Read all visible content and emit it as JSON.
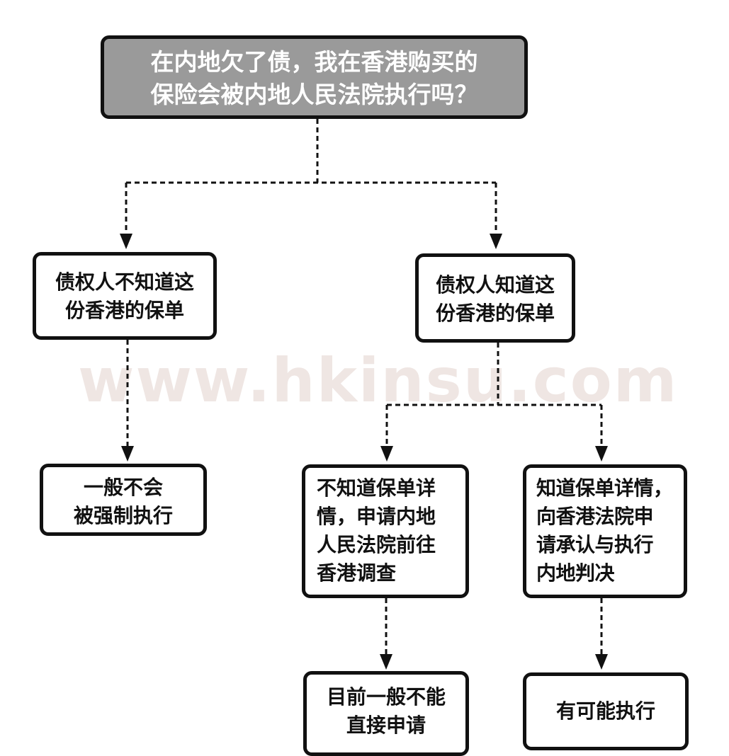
{
  "watermark": "www.hkinsu.com",
  "nodes": {
    "question": "在内地欠了债，我在香港购买的\n保险会被内地人民法院执行吗？",
    "not_known": "债权人不知道这\n份香港的保单",
    "known": "债权人知道这\n份香港的保单",
    "not_enforced": "一般不会\n被强制执行",
    "details_unknown": "不知道保单详\n情，申请内地\n人民法院前往\n香港调查",
    "details_known": "知道保单详情，\n向香港法院申\n请承认与执行\n内地判决",
    "cannot_apply": "目前一般不能\n直接申请",
    "may_enforce": "有可能执行"
  }
}
